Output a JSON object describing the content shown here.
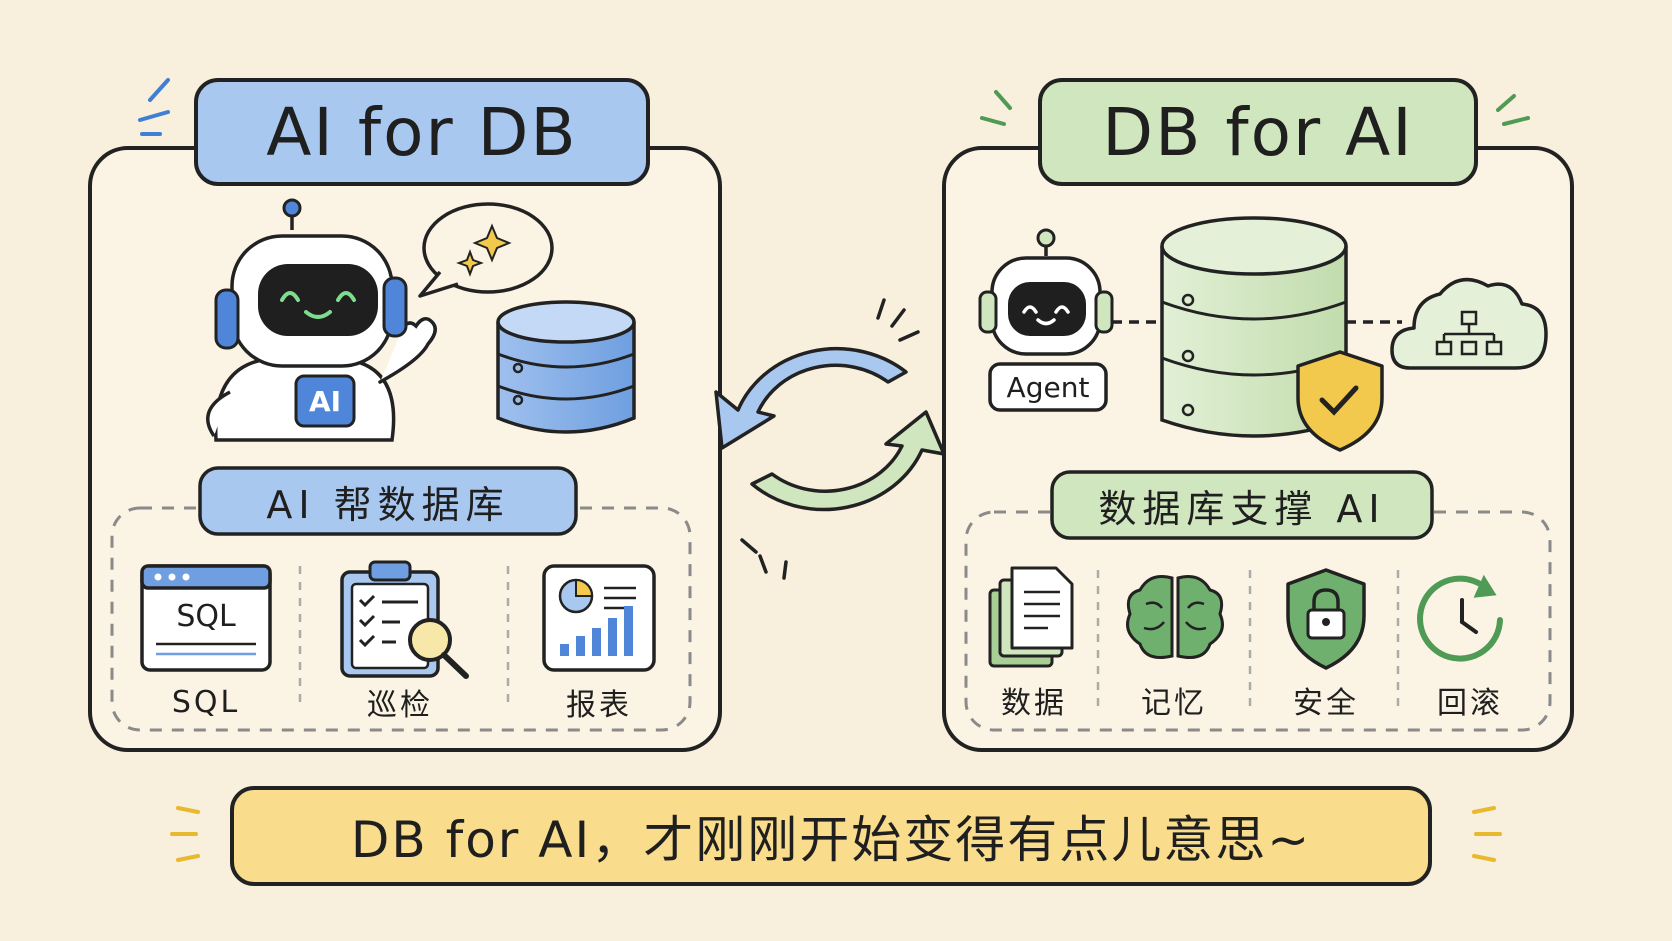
{
  "left_panel": {
    "title": "AI for DB",
    "robot_badge": "AI",
    "subtitle": "AI 帮数据库",
    "sql_window_text": "SQL",
    "items": [
      {
        "label": "SQL",
        "icon": "sql-window-icon"
      },
      {
        "label": "巡检",
        "icon": "clipboard-inspect-icon"
      },
      {
        "label": "报表",
        "icon": "report-chart-icon"
      }
    ]
  },
  "right_panel": {
    "title": "DB for AI",
    "agent_label": "Agent",
    "subtitle": "数据库支撑 AI",
    "items": [
      {
        "label": "数据",
        "icon": "documents-icon"
      },
      {
        "label": "记忆",
        "icon": "brain-icon"
      },
      {
        "label": "安全",
        "icon": "lock-shield-icon"
      },
      {
        "label": "回滚",
        "icon": "clock-rollback-icon"
      }
    ]
  },
  "footer": {
    "text": "DB for AI，才刚刚开始变得有点儿意思~"
  },
  "colors": {
    "background": "#f8efdc",
    "blue": "#a9c8f0",
    "blue_dark": "#4f86d9",
    "green": "#cfe6bf",
    "green_dark": "#4f9a55",
    "yellow": "#f9dd8c",
    "ink": "#1f1f1f"
  }
}
